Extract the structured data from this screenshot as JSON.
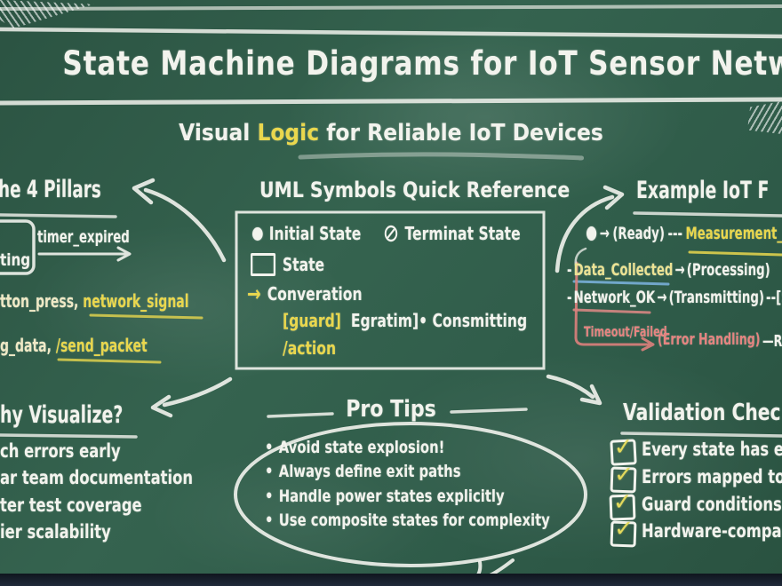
{
  "colors": {
    "board_green": "#2f5a47",
    "chalk_white": "#f2f3ed",
    "accent_yellow": "#e9d74d",
    "pale_yellow": "#ece394",
    "cream": "#efe9c6",
    "accent_red": "#e58480",
    "underline_blue": "#7db4e0",
    "underline_pink": "#e08a86",
    "bottom_bar": "#161d2a"
  },
  "banner": {
    "title": "State Machine Diagrams for IoT Sensor Networks"
  },
  "subtitle": {
    "pre": "Visual ",
    "highlight": "Logic",
    "post": " for Reliable IoT Devices"
  },
  "pillars": {
    "heading": "he 4 Pillars",
    "state_fragment": "ting",
    "transition_event": "timer_expired",
    "events_fragment": "tton_press, ",
    "events_highlight": "network_signal",
    "actions_fragment": "g_data, ",
    "actions_highlight": "/send_packet"
  },
  "uml": {
    "heading": "UML Symbols Quick Reference",
    "initial_state_label": "Initial State",
    "terminal_state_label": "Terminat State",
    "state_label": "State",
    "transition_arrow": "→",
    "transition_label": "Converation",
    "guard_label": "[guard]",
    "event_fragment": "Egratim]• Consmitting",
    "action_label": "/action"
  },
  "example": {
    "heading": "Example IoT F",
    "arrow": "→",
    "dash": "-",
    "ready_state": "(Ready)",
    "ready_dashes": "---",
    "timer_event": "Measurement_Ti",
    "collected_event": "Data_Collected",
    "processing_state": "(Processing)",
    "network_event": "Network_OK",
    "transmitting_state": "(Transmitting)",
    "transmit_suffix": "--[Send",
    "timeout_event": "Timeout/Failed",
    "error_state": "(Error Handling)",
    "error_suffix": "—Ret"
  },
  "why": {
    "heading": "hy Visualize?",
    "items": [
      "ch errors early",
      "ar team documentation",
      "ter test coverage",
      "ier scalability"
    ]
  },
  "pro_tips": {
    "heading": "Pro Tips",
    "bullet": "•",
    "items": [
      "Avoid state explosion!",
      "Always define exit paths",
      "Handle power states explicitly",
      "Use composite states for complexity"
    ]
  },
  "validation": {
    "heading": "Validation Chec",
    "check_glyph": "✓",
    "items": [
      "Every state has e",
      "Errors mapped to",
      "Guard conditions",
      "Hardware-compa"
    ]
  }
}
